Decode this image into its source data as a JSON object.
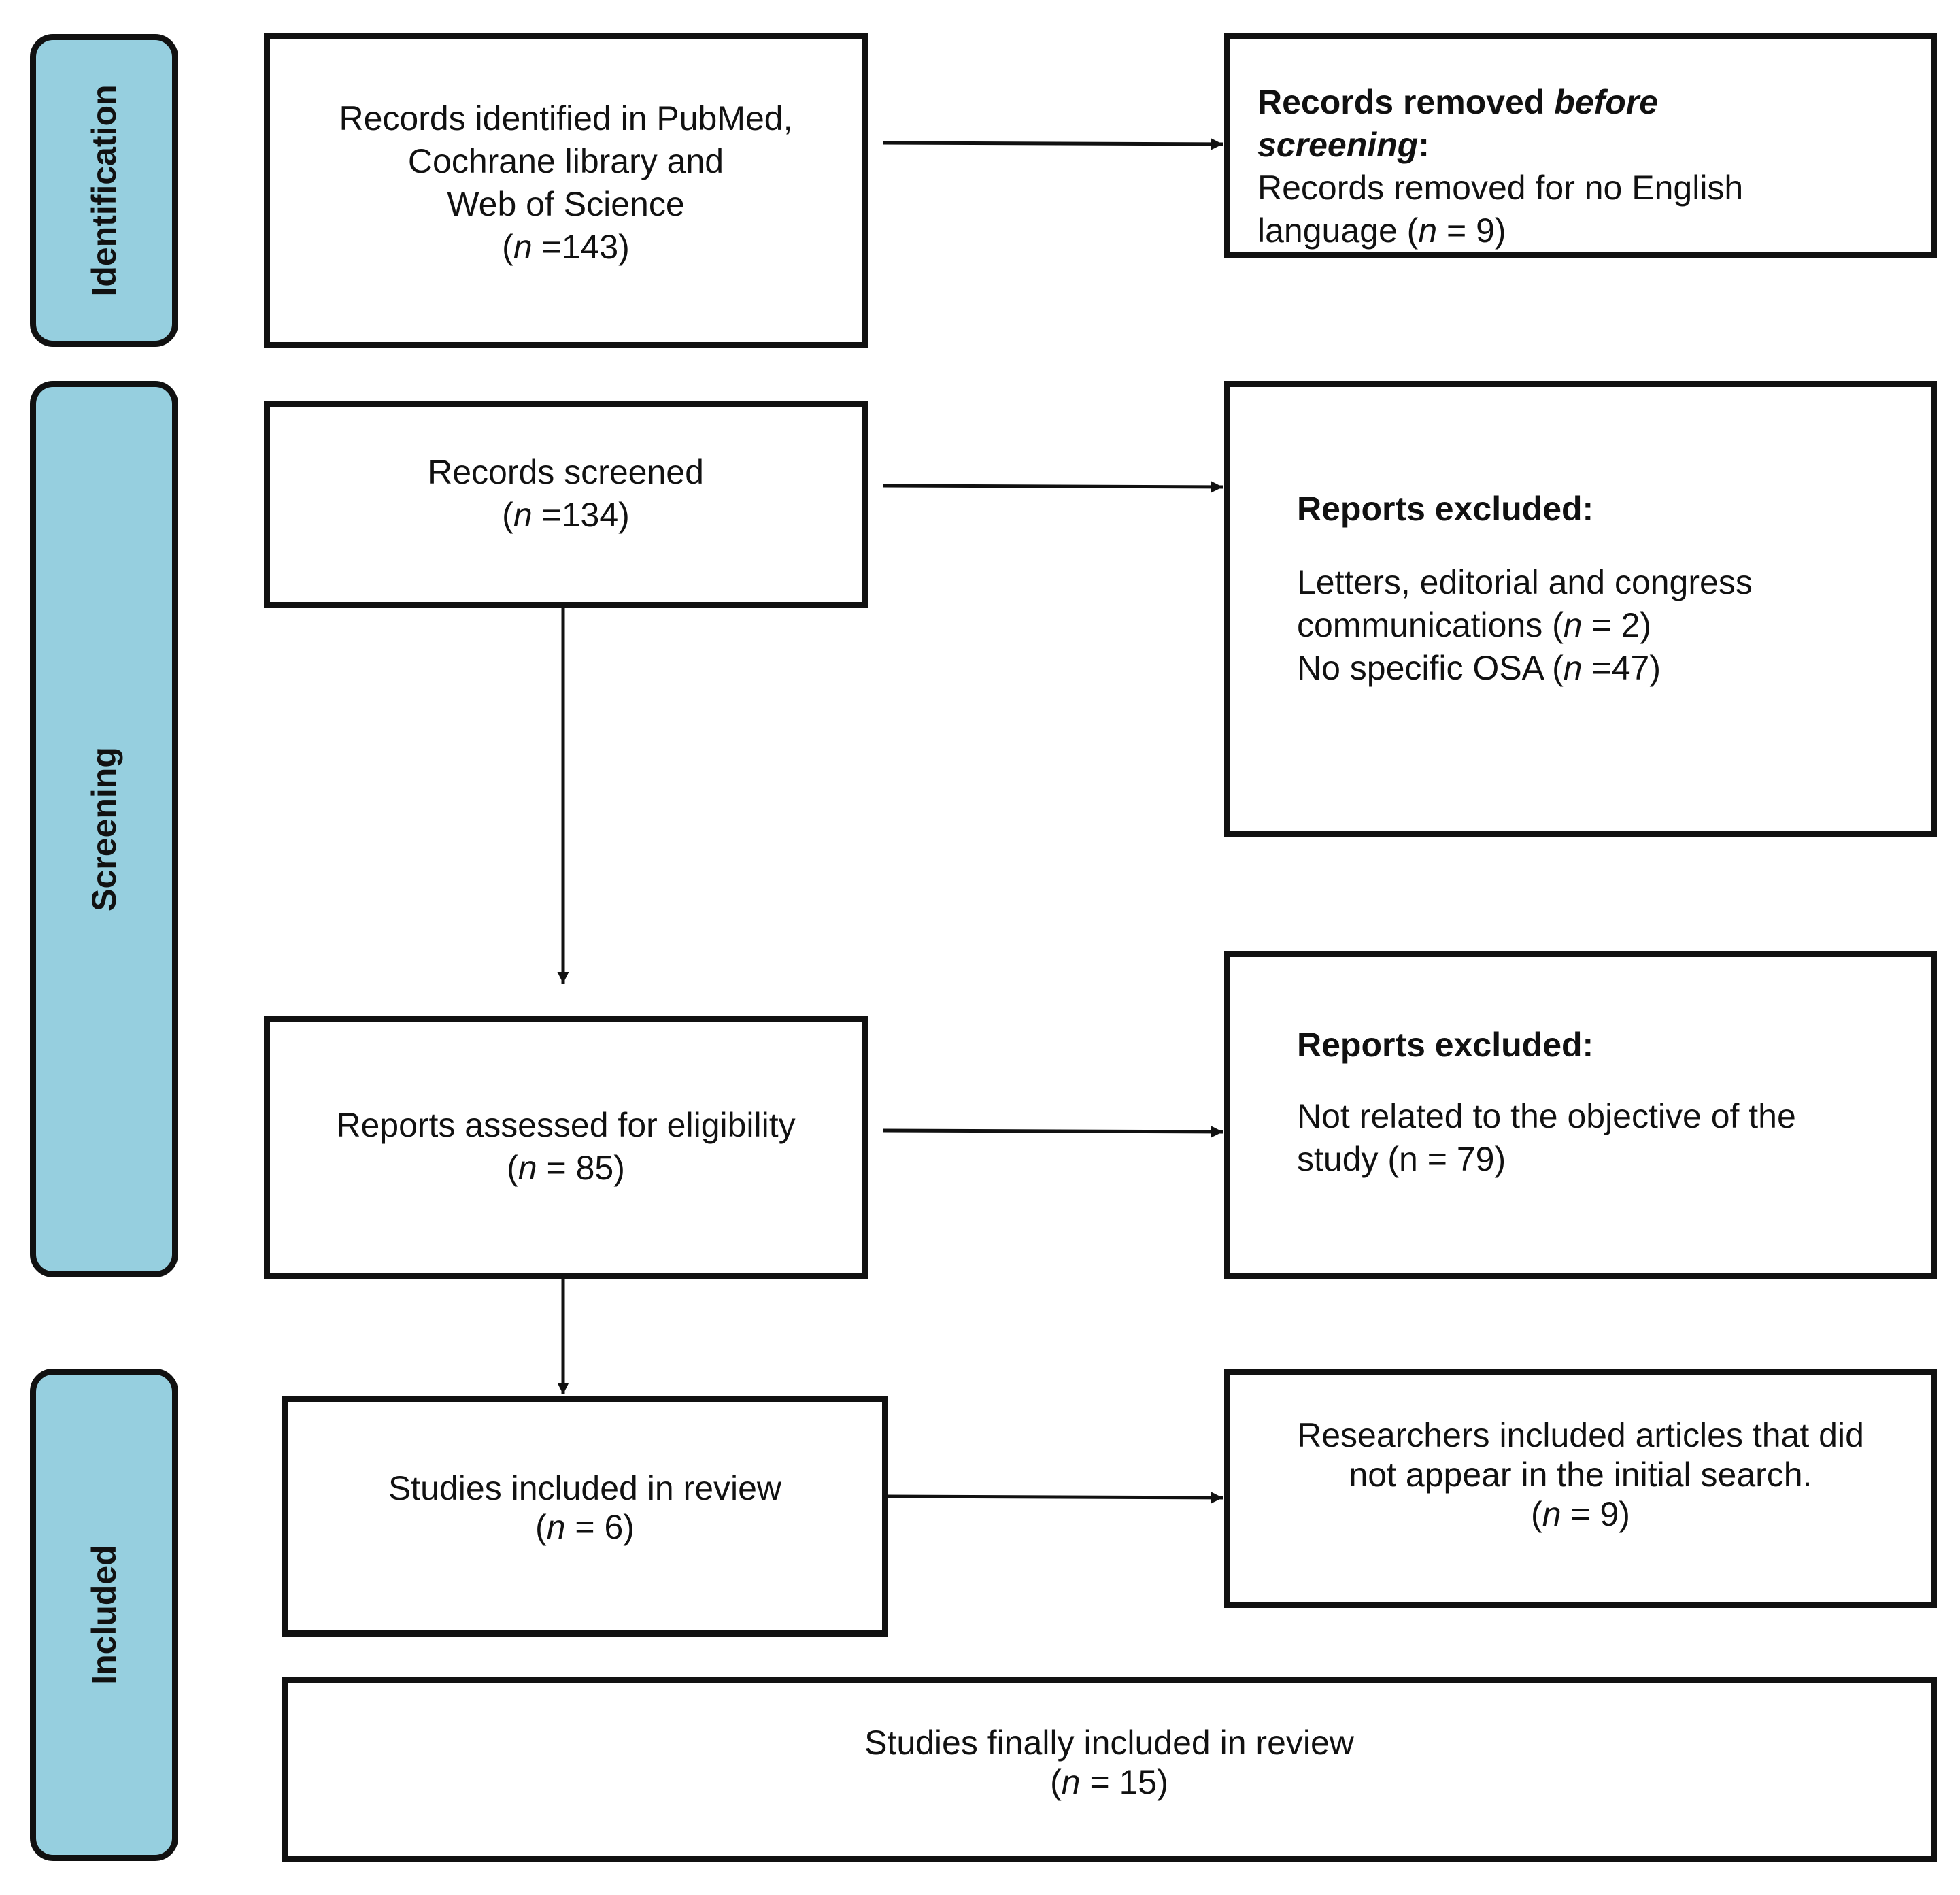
{
  "phases": {
    "identification": "Identification",
    "screening": "Screening",
    "included": "Included"
  },
  "identified": {
    "line1": "Records identified in PubMed,",
    "line2": "Cochrane library and",
    "line3": "Web of Science",
    "n_open": "(",
    "n_var": "n",
    "n_rest": " =143)"
  },
  "removed_before": {
    "title_a": "Records removed ",
    "title_b": "before",
    "title_c": "screening",
    "title_d": ":",
    "line1": "Records removed for no English",
    "line2_a": "language (",
    "n_var": "n",
    "line2_b": " = 9)"
  },
  "screened": {
    "label": "Records screened",
    "n_open": "(",
    "n_var": "n",
    "n_rest": " =134)"
  },
  "excluded_screening": {
    "title": "Reports excluded:",
    "line1": "Letters, editorial and congress",
    "line2_a": "communications (",
    "line2_var": "n",
    "line2_b": " = 2)",
    "line3_a": "No specific  OSA (",
    "line3_var": "n",
    "line3_b": " =47)"
  },
  "assessed": {
    "label": "Reports assessed for eligibility",
    "n_open": "(",
    "n_var": "n",
    "n_rest": " = 85)"
  },
  "excluded_eligibility": {
    "title": "Reports excluded:",
    "line1": "Not related to the objective of the",
    "line2": "study (n = 79)"
  },
  "included_review": {
    "label": "Studies included in review",
    "n_open": "(",
    "n_var": "n",
    "n_rest": " = 6)"
  },
  "additional": {
    "line1": "Researchers included  articles that did",
    "line2": "not appear in the initial search.",
    "n_open": "(",
    "n_var": "n",
    "n_rest": " = 9)"
  },
  "final": {
    "label": "Studies finally  included in review",
    "n_open": "(",
    "n_var": "n",
    "n_rest": " = 15)"
  }
}
